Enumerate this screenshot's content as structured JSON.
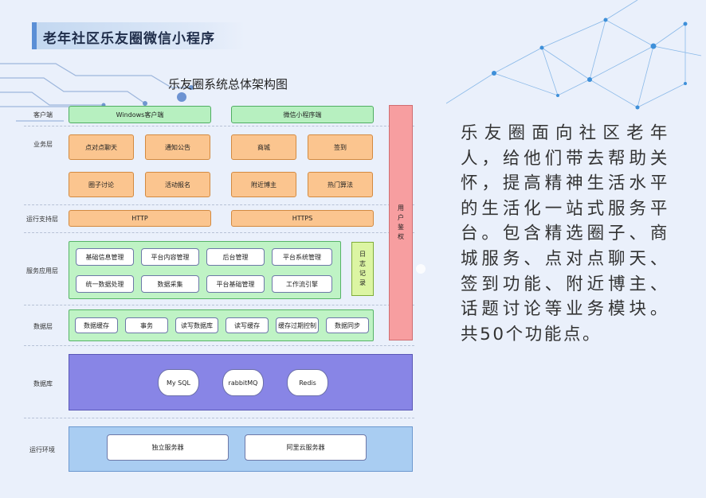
{
  "header": {
    "title": "老年社区乐友圈微信小程序"
  },
  "diagram": {
    "title": "乐友圈系统总体架构图",
    "layers": {
      "client": "客户端",
      "business": "业务层",
      "runtime_support": "运行支持层",
      "service_app": "服务应用层",
      "data": "数据层",
      "database": "数据库",
      "environment": "运行环境"
    },
    "client": [
      "Windows客户端",
      "微信小程序端"
    ],
    "business": [
      "点对点聊天",
      "通知公告",
      "商城",
      "签到",
      "圈子讨论",
      "活动报名",
      "附近博主",
      "热门算法"
    ],
    "runtime": [
      "HTTP",
      "HTTPS"
    ],
    "services": [
      "基础信息管理",
      "平台内容管理",
      "后台管理",
      "平台系统管理",
      "统一数据处理",
      "数据采集",
      "平台基础管理",
      "工作流引擎"
    ],
    "log": "日志记录",
    "data_items": [
      "数据缓存",
      "事务",
      "读写数据库",
      "读写缓存",
      "缓存过期控制",
      "数据同步"
    ],
    "databases": [
      "My SQL",
      "rabbitMQ",
      "Redis"
    ],
    "environment": [
      "独立服务器",
      "阿里云服务器"
    ],
    "auth": "用户鉴权"
  },
  "description": "乐友圈面向社区老年人，给他们带去帮助关怀，提高精神生活水平的生活化一站式服务平台。包含精选圈子、商城服务、点对点聊天、签到功能、附近博主、话题讨论等业务模块。共50个功能点。",
  "colors": {
    "accent": "#5b8fd6",
    "client": "#b7f0c0",
    "business": "#fbc58f",
    "database": "#8885e6",
    "environment": "#a9cdf2",
    "auth": "#f79ea0",
    "log": "#dcf5a3"
  }
}
